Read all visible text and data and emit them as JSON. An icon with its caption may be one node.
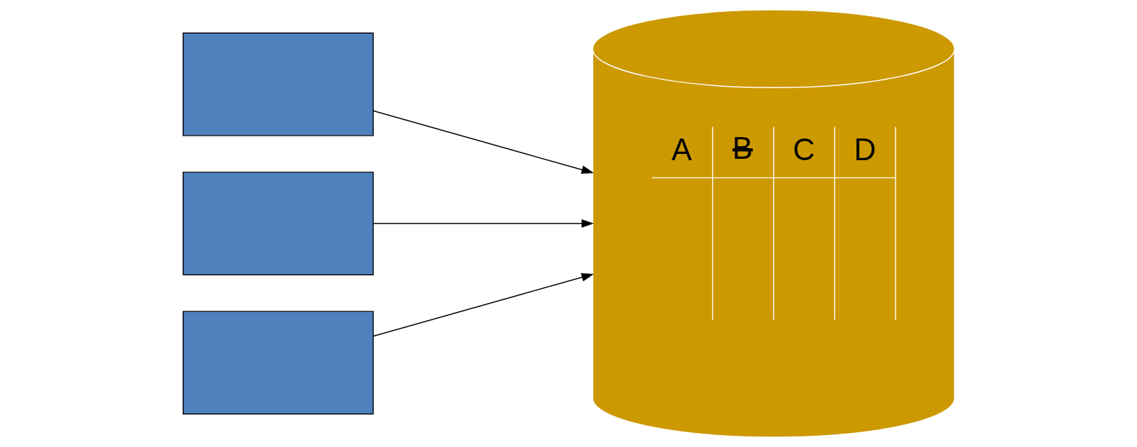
{
  "diagram": {
    "nodes": [
      {
        "text": [],
        "shape": "box"
      },
      {
        "text": [],
        "shape": "box"
      },
      {
        "text": [],
        "shape": "box"
      },
      {
        "text": [
          "A",
          "B",
          "C",
          "D"
        ]
      }
    ],
    "edges": [
      {
        "from": 0,
        "to": 3,
        "arrow": "to"
      },
      {
        "from": 1,
        "to": 3,
        "arrow": "to"
      },
      {
        "from": 2,
        "to": 3,
        "arrow": "to"
      }
    ]
  }
}
